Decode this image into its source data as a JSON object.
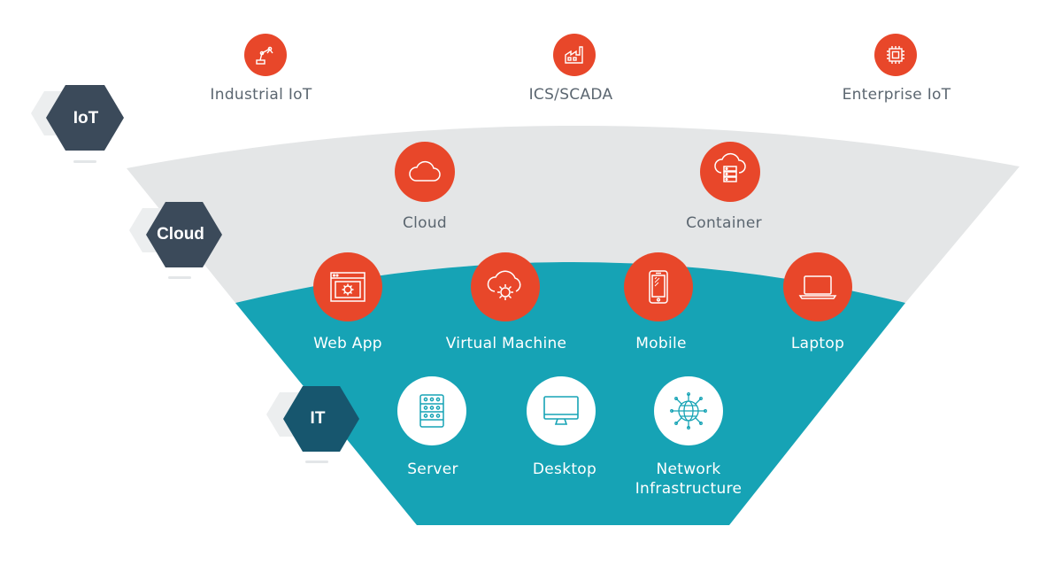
{
  "layers": [
    {
      "id": "iot",
      "label": "IoT"
    },
    {
      "id": "cloud",
      "label": "Cloud"
    },
    {
      "id": "it",
      "label": "IT"
    }
  ],
  "iot_nodes": [
    {
      "label": "Industrial IoT",
      "icon": "robot-arm-icon"
    },
    {
      "label": "ICS/SCADA",
      "icon": "factory-icon"
    },
    {
      "label": "Enterprise IoT",
      "icon": "chip-icon"
    }
  ],
  "cloud_nodes": [
    {
      "label": "Cloud",
      "icon": "cloud-icon"
    },
    {
      "label": "Container",
      "icon": "cloud-server-icon"
    }
  ],
  "it_orange_nodes": [
    {
      "label": "Web App",
      "icon": "web-app-gear-icon"
    },
    {
      "label": "Virtual Machine",
      "icon": "cloud-gear-icon"
    },
    {
      "label": "Mobile",
      "icon": "mobile-phone-icon"
    },
    {
      "label": "Laptop",
      "icon": "laptop-icon"
    }
  ],
  "it_white_nodes": [
    {
      "label": "Server",
      "icon": "server-rack-icon"
    },
    {
      "label": "Desktop",
      "icon": "desktop-monitor-icon"
    },
    {
      "label": "Network",
      "label2": "Infrastructure",
      "icon": "network-globe-icon"
    }
  ],
  "colors": {
    "accent_orange": "#e8472a",
    "band_grey": "#e4e6e7",
    "band_teal": "#16a3b5",
    "hex_dark": "#3b4a5a",
    "hex_teal_dark": "#17566e"
  }
}
